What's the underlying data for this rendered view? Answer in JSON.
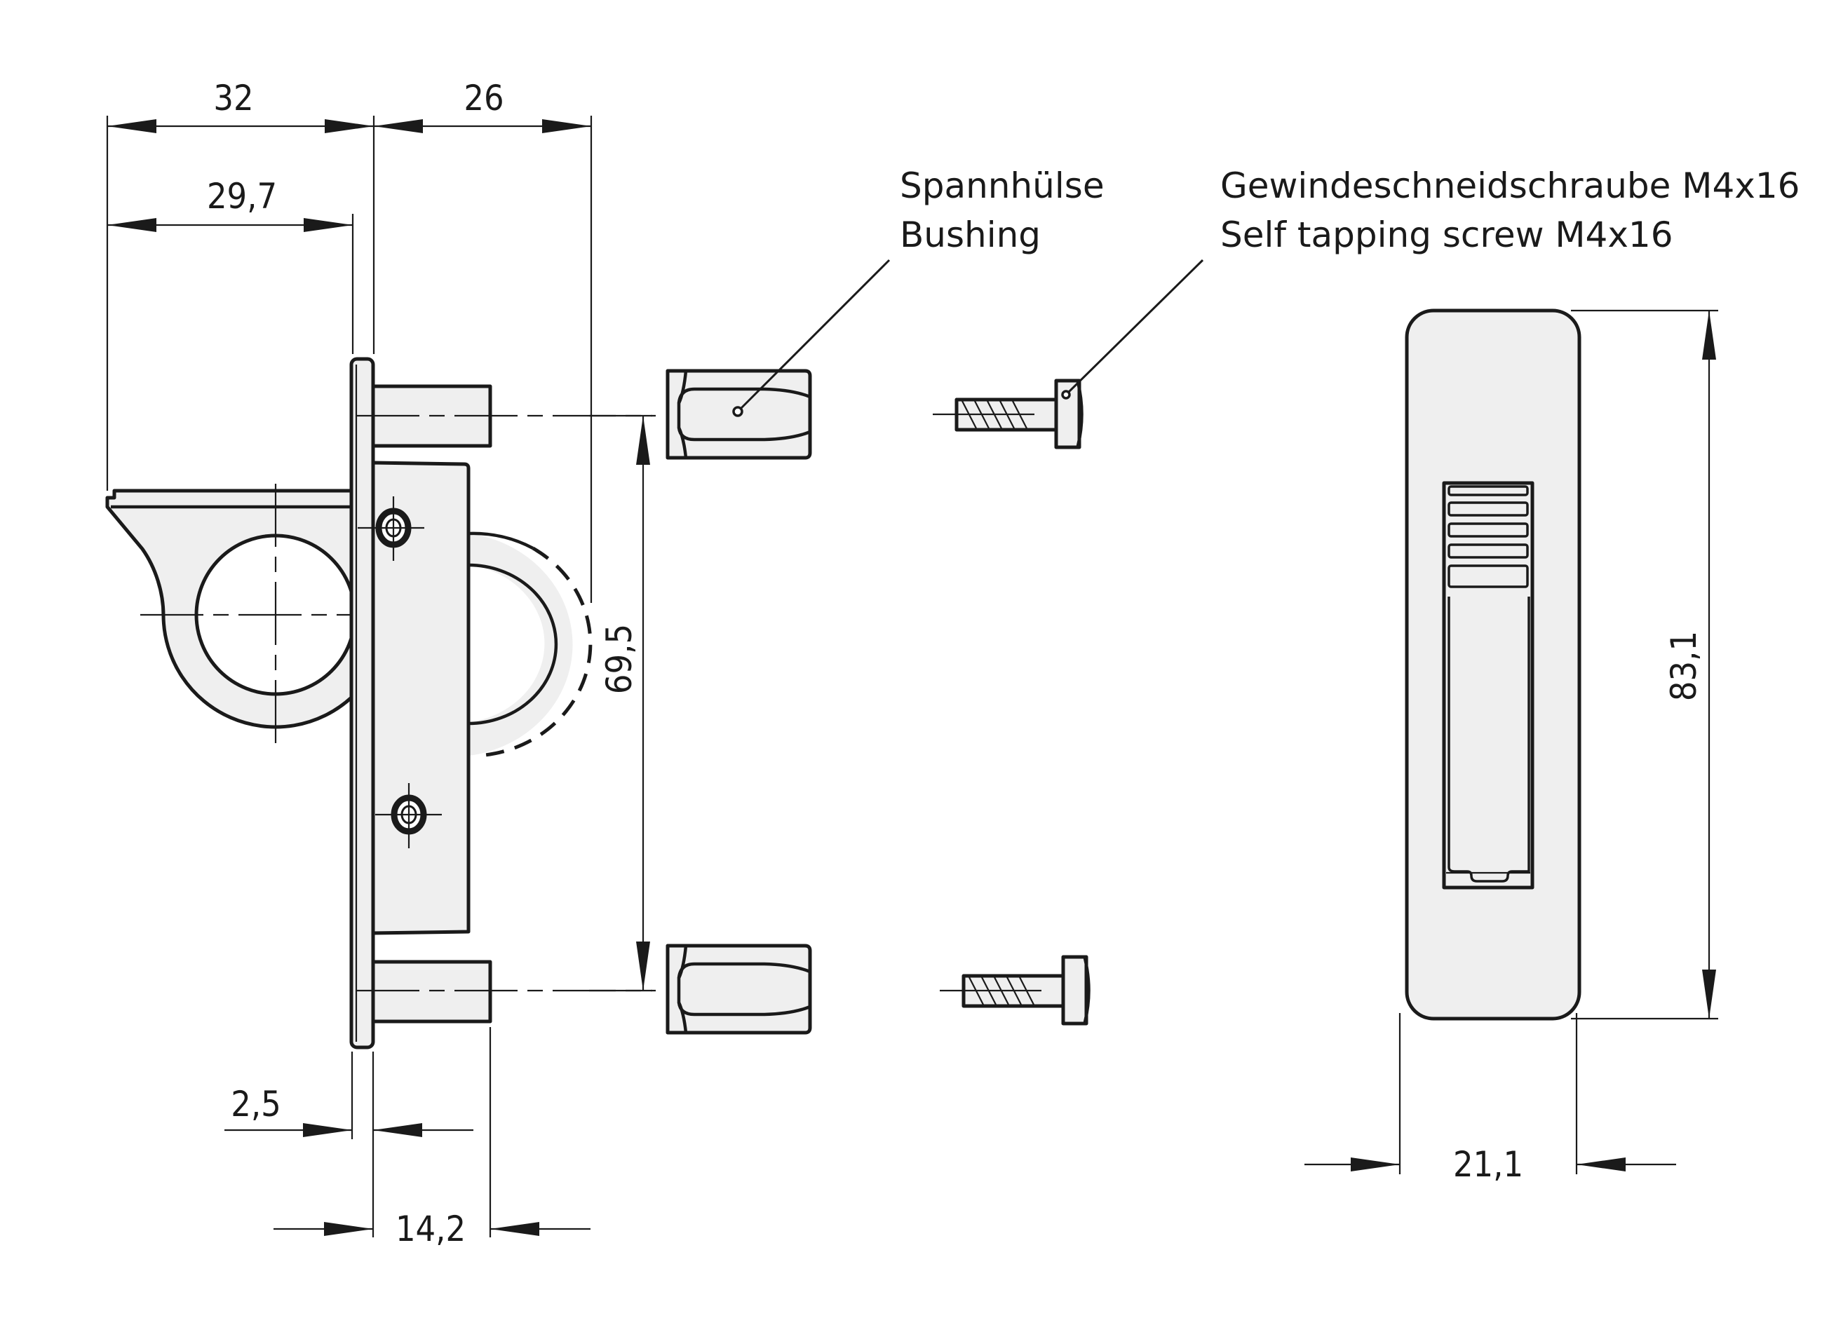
{
  "drawing": {
    "type": "technical-drawing",
    "units": "mm",
    "fill_color": "#efefef",
    "line_color": "#1a1a1a",
    "background": "#ffffff"
  },
  "dimensions": {
    "overall_depth": "32",
    "mounting_depth": "26",
    "lever_depth": "29,7",
    "plate_thickness": "2,5",
    "post_length": "14,2",
    "hole_spacing": "69,5",
    "plate_height": "83,1",
    "plate_width": "21,1"
  },
  "labels": {
    "bushing": {
      "de": "Spannhülse",
      "en": "Bushing"
    },
    "screw": {
      "de": "Gewindeschneidschraube M4x16",
      "en": "Self tapping screw M4x16"
    }
  }
}
